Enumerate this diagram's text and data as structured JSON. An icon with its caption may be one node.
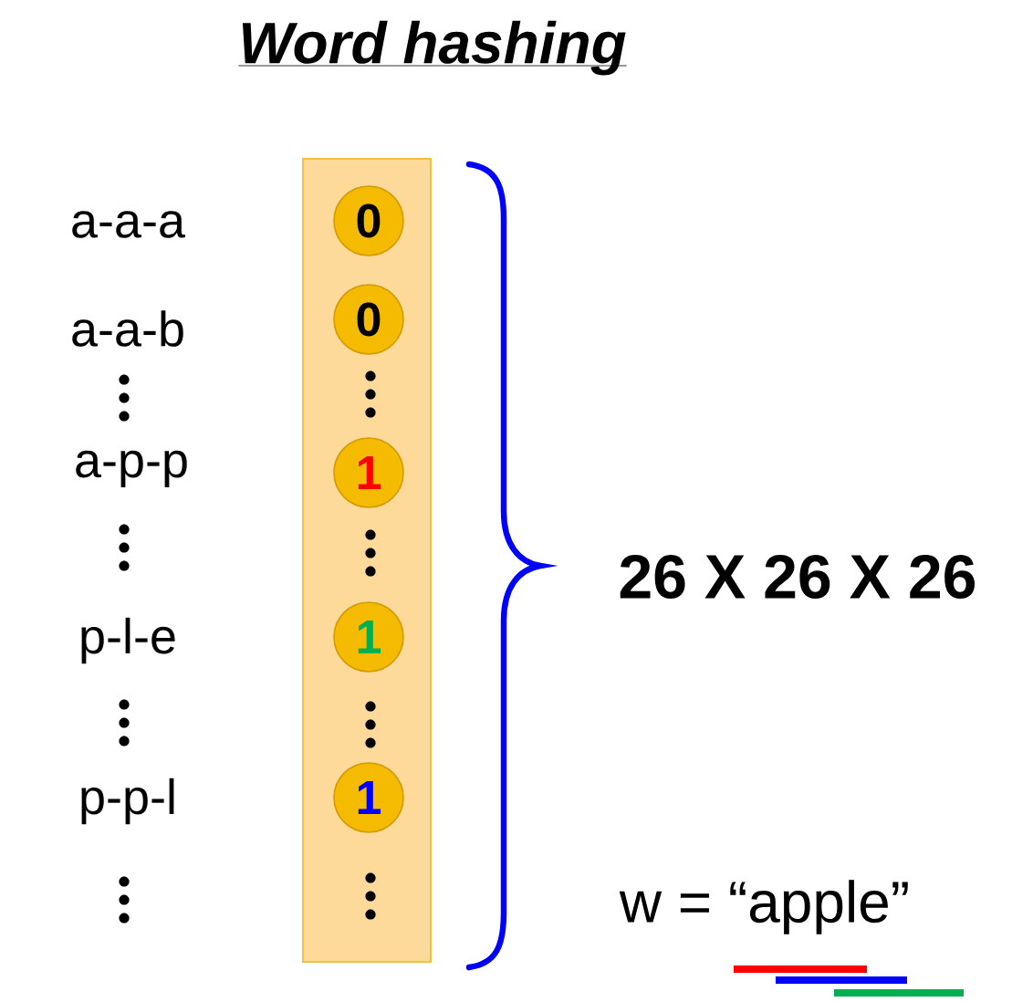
{
  "diagram": {
    "title": "Word hashing",
    "nodes": [
      {
        "text": [],
        "shape": "bar"
      },
      {
        "text": [
          "0"
        ],
        "in": 0
      },
      {
        "text": [
          "0"
        ],
        "in": 0
      },
      {
        "text": [
          "1"
        ],
        "in": 0
      },
      {
        "text": [
          "1"
        ],
        "in": 0
      },
      {
        "text": [
          "1"
        ],
        "in": 0
      }
    ],
    "edges": [],
    "labels": [
      "a-a-a",
      "a-a-b",
      "a-p-p",
      "p-l-e",
      "p-p-l",
      "26 X 26 X 26",
      "w = “apple”"
    ]
  }
}
